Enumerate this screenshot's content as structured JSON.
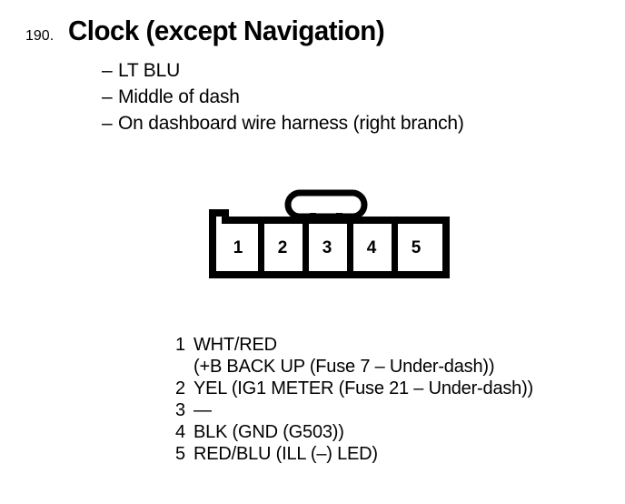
{
  "page": {
    "background_color": "#ffffff",
    "ink_color": "#000000"
  },
  "title": {
    "number": "190.",
    "text": "Clock (except Navigation)"
  },
  "bullets": [
    {
      "dash": "–",
      "label": "LT BLU"
    },
    {
      "dash": "–",
      "label": "Middle of dash"
    },
    {
      "dash": "–",
      "label": "On dashboard wire harness (right branch)"
    }
  ],
  "connector": {
    "name": "5-pin-connector",
    "pin_count": 5,
    "pin_labels": [
      "1",
      "2",
      "3",
      "4",
      "5"
    ],
    "has_locking_tab": true,
    "has_left_notch": true
  },
  "pin_legend": [
    {
      "num": "1",
      "desc": "WHT/RED",
      "cont": "(+B BACK UP (Fuse 7 – Under-dash))"
    },
    {
      "num": "2",
      "desc": "YEL (IG1 METER (Fuse 21 – Under-dash))",
      "cont": null
    },
    {
      "num": "3",
      "desc": "—",
      "cont": null
    },
    {
      "num": "4",
      "desc": "BLK (GND (G503))",
      "cont": null
    },
    {
      "num": "5",
      "desc": "RED/BLU (ILL (–) LED)",
      "cont": null
    }
  ]
}
